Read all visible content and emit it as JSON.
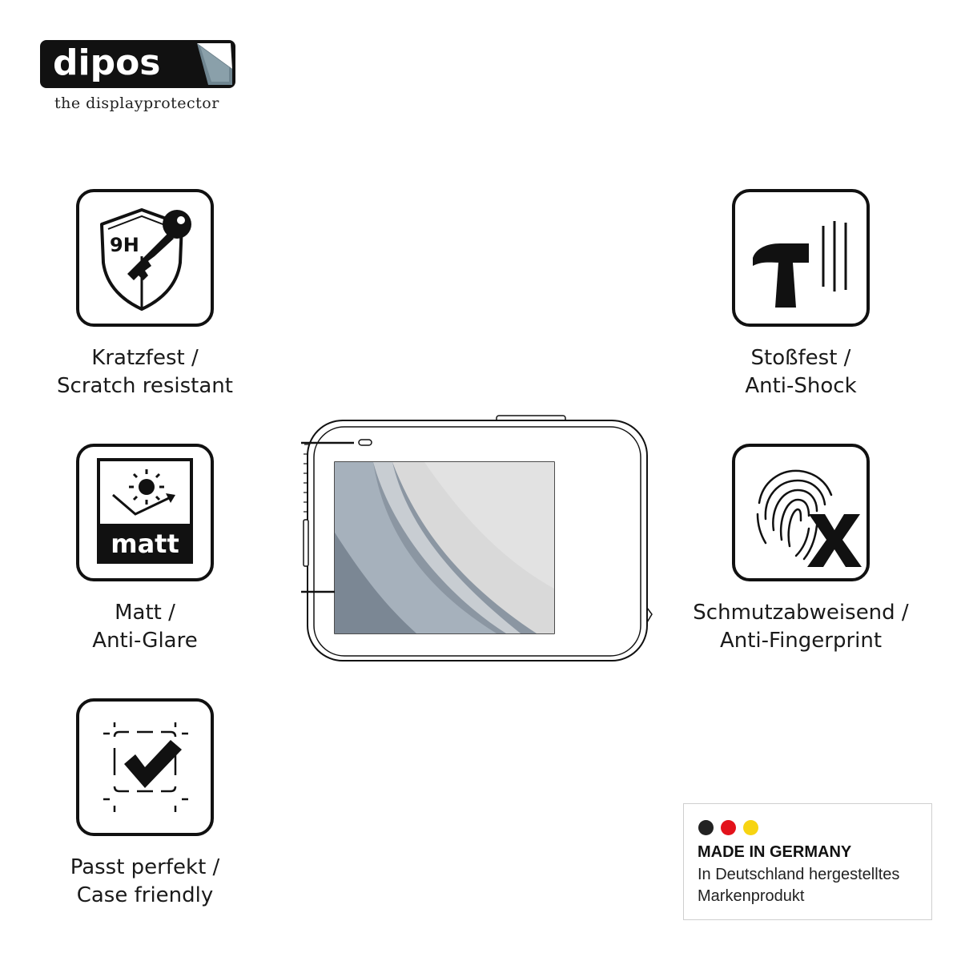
{
  "brand": {
    "logo_word": "dipos",
    "tagline": "the displayprotector"
  },
  "features": [
    {
      "icon": "scratch-resistant-9h-icon",
      "badge": "9H",
      "line1": "Kratzfest /",
      "line2": "Scratch resistant"
    },
    {
      "icon": "shock-hammer-icon",
      "line1": "Stoßfest /",
      "line2": "Anti-Shock"
    },
    {
      "icon": "matt-anti-glare-icon",
      "badge": "matt",
      "line1": "Matt /",
      "line2": "Anti-Glare"
    },
    {
      "icon": "fingerprint-x-icon",
      "line1": "Schmutzabweisend /",
      "line2": "Anti-Fingerprint"
    },
    {
      "icon": "case-friendly-check-icon",
      "line1": "Passt perfekt /",
      "line2": "Case friendly"
    }
  ],
  "made_in_germany": {
    "flag_colors": [
      "#222222",
      "#e3121b",
      "#f7d412"
    ],
    "title": "MADE IN GERMANY",
    "line1": "In Deutschland hergestelltes",
    "line2": "Markenprodukt"
  },
  "colors": {
    "ink": "#111111",
    "screen_gray": "#9aa4ae"
  }
}
